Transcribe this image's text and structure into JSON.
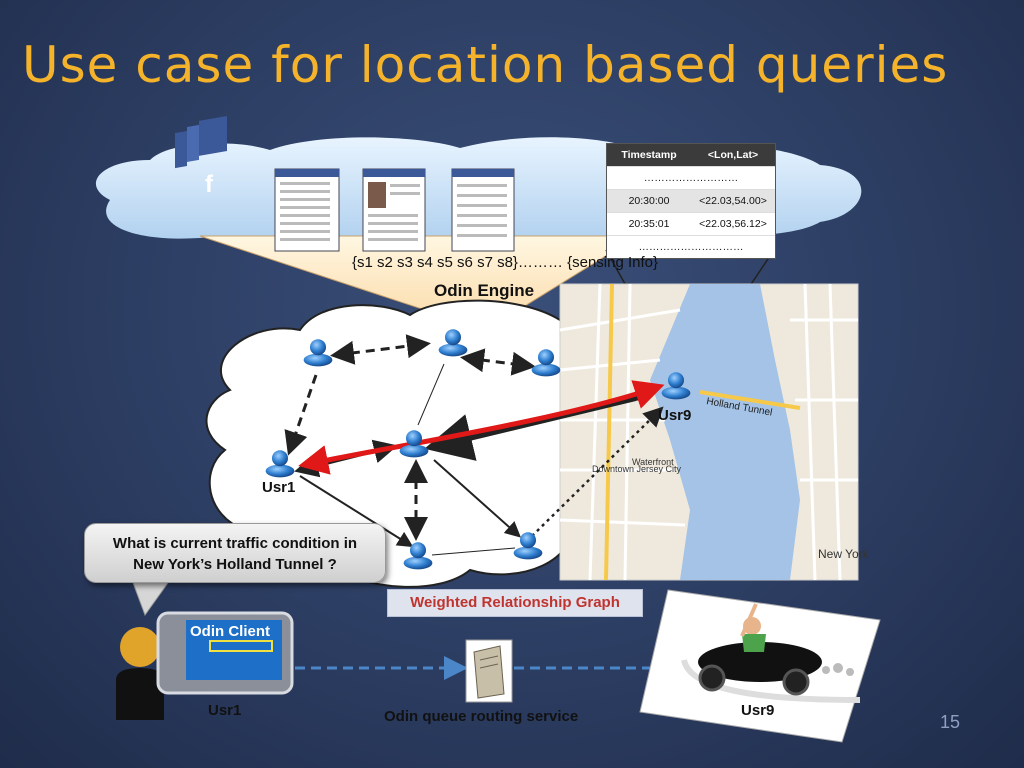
{
  "slide": {
    "title": "Use case for location based queries",
    "page_number": "15"
  },
  "table": {
    "headers": [
      "Timestamp",
      "<Lon,Lat>"
    ],
    "rows": [
      [
        "………………………",
        ""
      ],
      [
        "20:30:00",
        "<22.03,54.00>"
      ],
      [
        "20:35:01",
        "<22.03,56.12>"
      ],
      [
        "…………………………",
        ""
      ]
    ]
  },
  "sensing_info": "{s1 s2 s3 s4 s5 s6 s7 s8}……… {sensing Info}",
  "engine_label": "Odin Engine",
  "users": {
    "usr1_graph": "Usr1",
    "usr9_graph": "Usr9",
    "usr1_bottom": "Usr1",
    "usr9_bottom": "Usr9"
  },
  "question": {
    "line1": "What is current traffic condition in",
    "line2": "New York’s Holland Tunnel ?"
  },
  "graph_label": "Weighted Relationship Graph",
  "client_label": "Odin Client",
  "routing_service_label": "Odin queue routing service",
  "map_labels": {
    "tunnel": "Holland Tunnel",
    "downtown": "Downtown Jersey City",
    "waterfront": "Waterfront",
    "new_york": "New York"
  },
  "colors": {
    "title": "#f4b32a",
    "red_path": "#e01818",
    "user_icon": "#2f7fd0"
  }
}
